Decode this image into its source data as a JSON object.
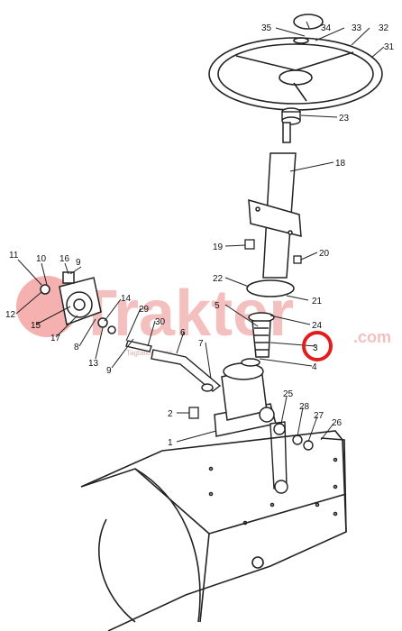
{
  "watermark": {
    "brand": "Trakter",
    "suffix": ".com",
    "tagline": "Tagtallos/gumi",
    "color": "#f0a0a0"
  },
  "highlight": {
    "part_number": "3",
    "color": "#e31c1c"
  },
  "callouts": [
    "1",
    "2",
    "3",
    "4",
    "5",
    "6",
    "7",
    "8",
    "9",
    "10",
    "11",
    "12",
    "13",
    "14",
    "15",
    "16",
    "17",
    "18",
    "19",
    "20",
    "21",
    "22",
    "23",
    "24",
    "25",
    "26",
    "27",
    "28",
    "29",
    "30",
    "31",
    "32",
    "33",
    "34",
    "35"
  ]
}
